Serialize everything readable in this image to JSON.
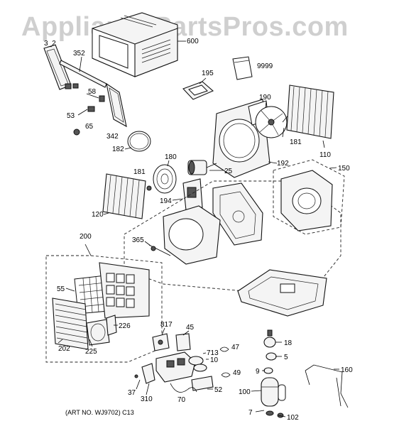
{
  "watermark": "AppliancePartsPros.com",
  "art_caption": "(ART NO. WJ9702) C13",
  "part_labels": {
    "p600": "600",
    "p3_2": "3_2",
    "p352": "352",
    "p58": "58",
    "p53": "53",
    "p342": "342",
    "p65": "65",
    "p182": "182",
    "p195": "195",
    "p9999": "9999",
    "p190": "190",
    "p181a": "181",
    "p110": "110",
    "p192": "192",
    "p180": "180",
    "p181b": "181",
    "p25": "25",
    "p150": "150",
    "p194": "194",
    "p120": "120",
    "p200": "200",
    "p365": "365",
    "p55": "55",
    "p202": "202",
    "p225": "225",
    "p226": "226",
    "p817": "817",
    "p45": "45",
    "p47": "47",
    "p713": "713",
    "p10": "10",
    "p49": "49",
    "p52": "52",
    "p37": "37",
    "p310": "310",
    "p70": "70",
    "p18": "18",
    "p5": "5",
    "p9": "9",
    "p100": "100",
    "p7": "7",
    "p102": "102",
    "p160": "160"
  }
}
